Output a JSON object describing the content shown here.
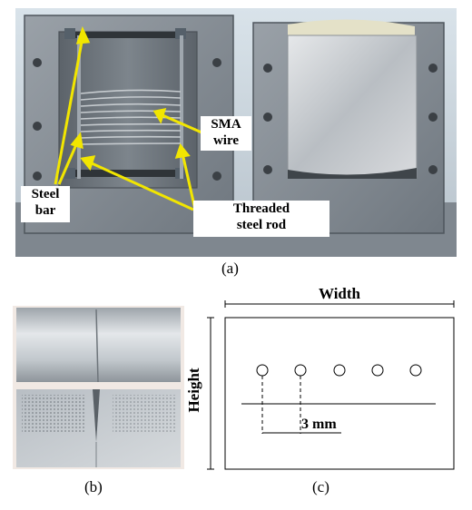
{
  "panel_a": {
    "caption": "(a)",
    "labels": {
      "sma_wire": [
        "SMA",
        "wire"
      ],
      "steel_bar": [
        "Steel",
        "bar"
      ],
      "threaded_rod": [
        "Threaded",
        "steel rod"
      ]
    }
  },
  "panel_b": {
    "caption": "(b)"
  },
  "panel_c": {
    "caption": "(c)",
    "width_label": "Width",
    "height_label": "Height",
    "spacing_label": "3 mm",
    "hole_count": 5
  },
  "colors": {
    "arrow": "#f2e600",
    "mold_gray": "#858d96",
    "specimen_silver": "#c8ccd0"
  }
}
